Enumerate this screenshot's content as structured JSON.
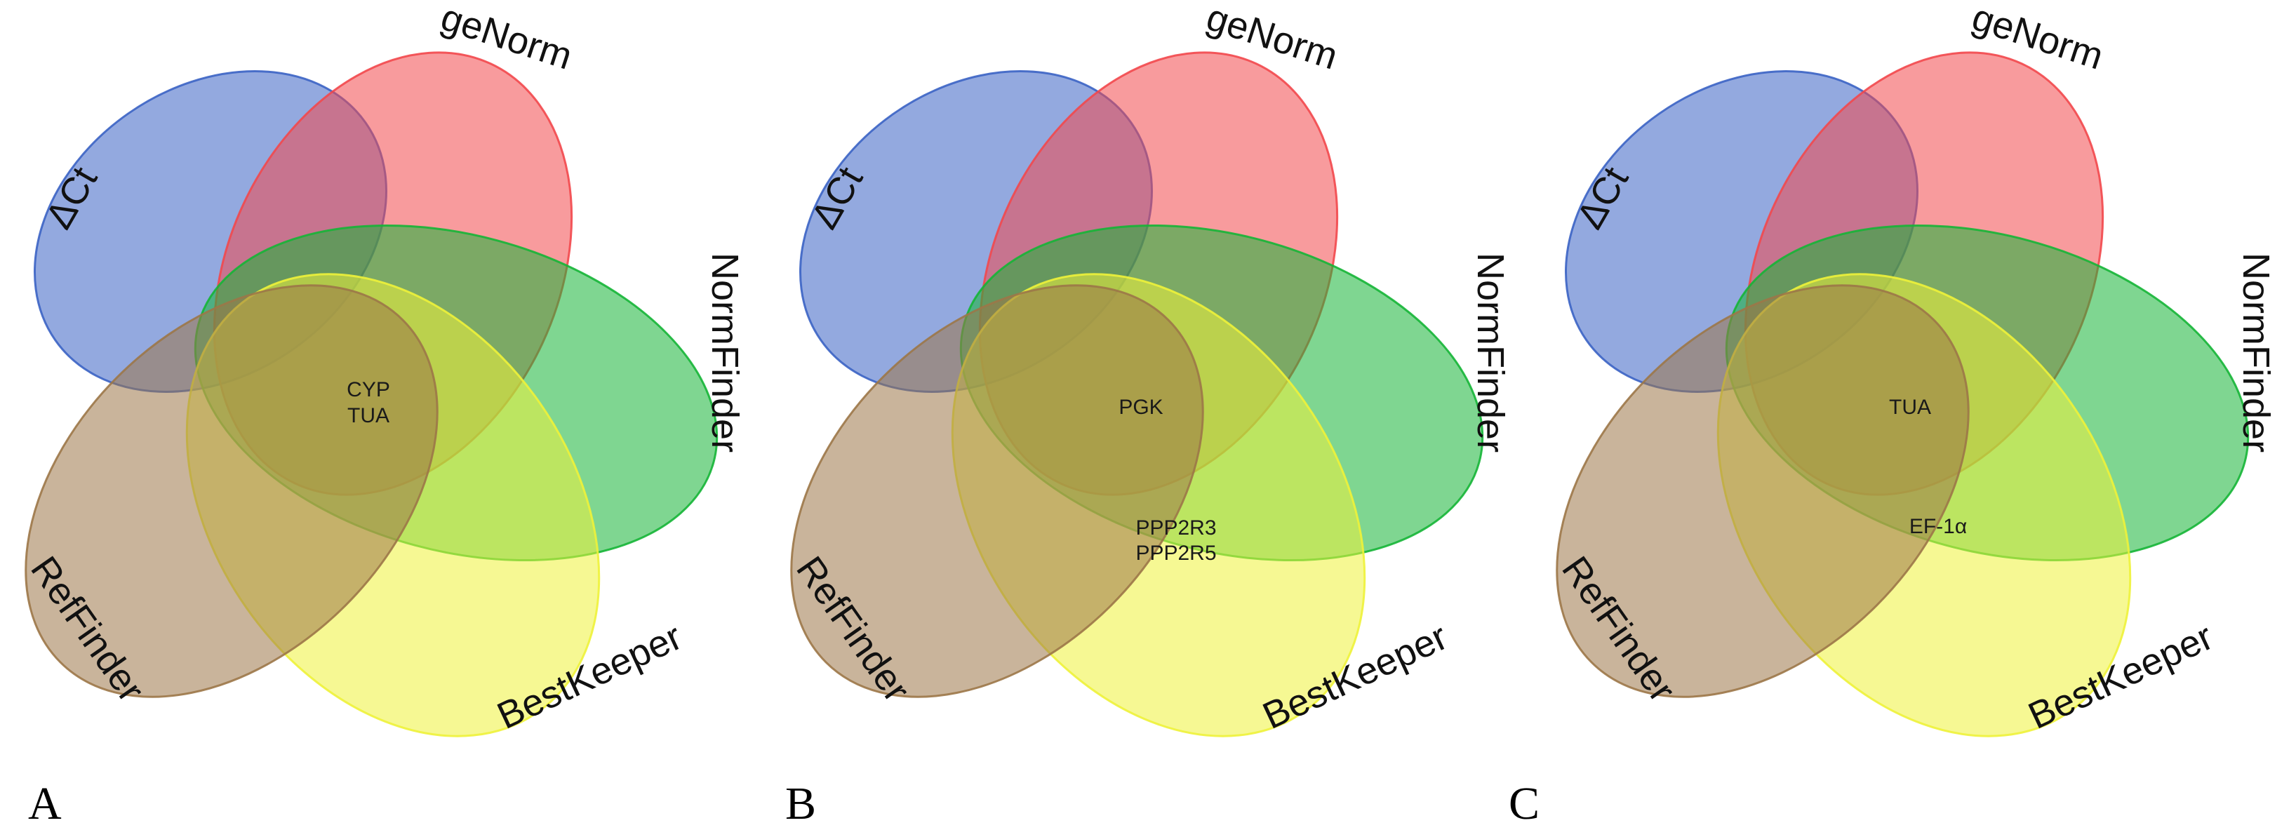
{
  "sets": [
    {
      "name": "ΔCt",
      "color": "#3b63c4"
    },
    {
      "name": "geNorm",
      "color": "#f2484d"
    },
    {
      "name": "NormFinder",
      "color": "#15b536"
    },
    {
      "name": "BestKeeper",
      "color": "#eef23a"
    },
    {
      "name": "RefFinder",
      "color": "#9c7748"
    }
  ],
  "panels": [
    {
      "letter": "A",
      "genes": [
        "CYP",
        "TUA"
      ]
    },
    {
      "letter": "B",
      "genes": [
        "PGK",
        "PPP2R3",
        "PPP2R5"
      ]
    },
    {
      "letter": "C",
      "genes": [
        "TUA",
        "EF-1α"
      ]
    }
  ]
}
